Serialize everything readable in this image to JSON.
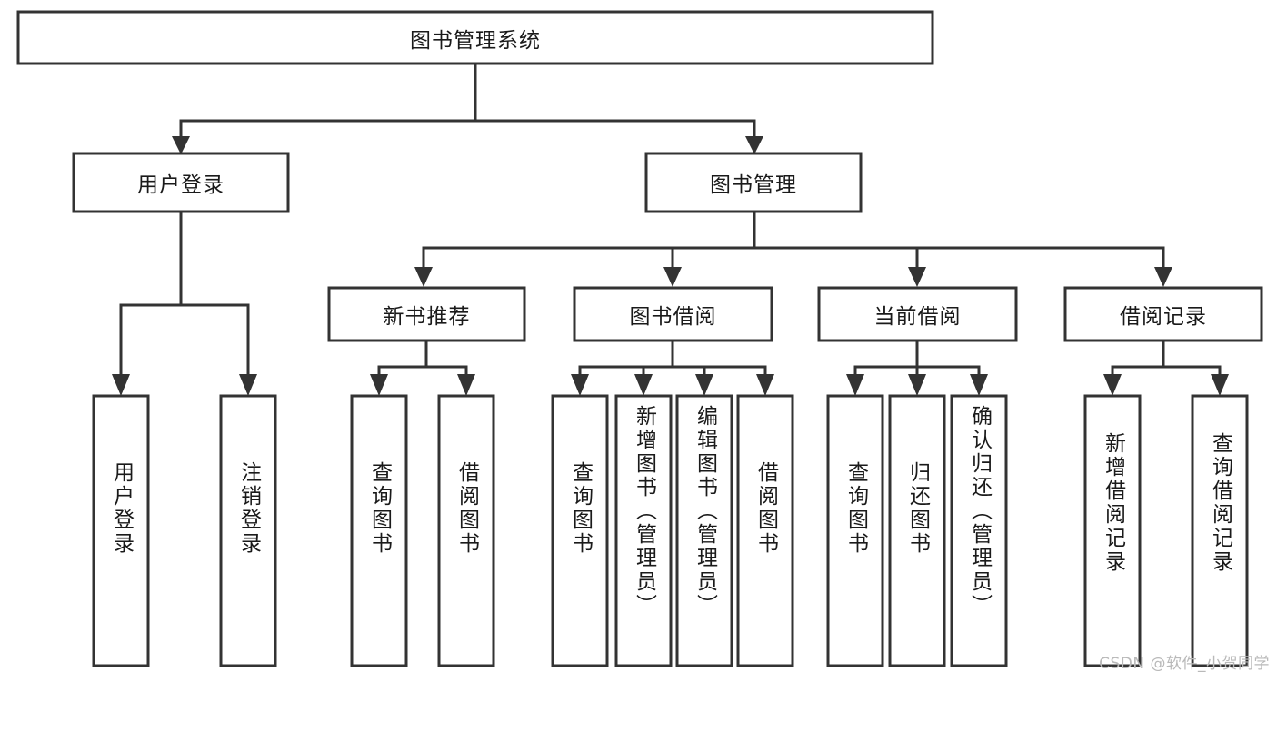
{
  "diagram": {
    "type": "tree-hierarchy",
    "title": "图书管理系统",
    "watermark": "CSDN @软件_小贺同学",
    "colors": {
      "stroke": "#333333",
      "fill": "#ffffff",
      "text": "#1a1a1a",
      "watermark": "#b9b9b9",
      "background": "#ffffff"
    },
    "levels": {
      "root": {
        "label": "图书管理系统"
      },
      "level2": [
        {
          "label": "用户登录"
        },
        {
          "label": "图书管理"
        }
      ],
      "level3": [
        {
          "label": "新书推荐"
        },
        {
          "label": "图书借阅"
        },
        {
          "label": "当前借阅"
        },
        {
          "label": "借阅记录"
        }
      ],
      "leaves": [
        {
          "label": "用户登录",
          "parent": "用户登录"
        },
        {
          "label": "注销登录",
          "parent": "用户登录"
        },
        {
          "label": "查询图书",
          "parent": "新书推荐"
        },
        {
          "label": "借阅图书",
          "parent": "新书推荐"
        },
        {
          "label": "查询图书",
          "parent": "图书借阅"
        },
        {
          "label": "新增图书（管理员）",
          "parent": "图书借阅"
        },
        {
          "label": "编辑图书（管理员）",
          "parent": "图书借阅"
        },
        {
          "label": "借阅图书",
          "parent": "图书借阅"
        },
        {
          "label": "查询图书",
          "parent": "当前借阅"
        },
        {
          "label": "归还图书",
          "parent": "当前借阅"
        },
        {
          "label": "确认归还（管理员）",
          "parent": "当前借阅"
        },
        {
          "label": "新增借阅记录",
          "parent": "借阅记录"
        },
        {
          "label": "查询借阅记录",
          "parent": "借阅记录"
        }
      ]
    }
  }
}
